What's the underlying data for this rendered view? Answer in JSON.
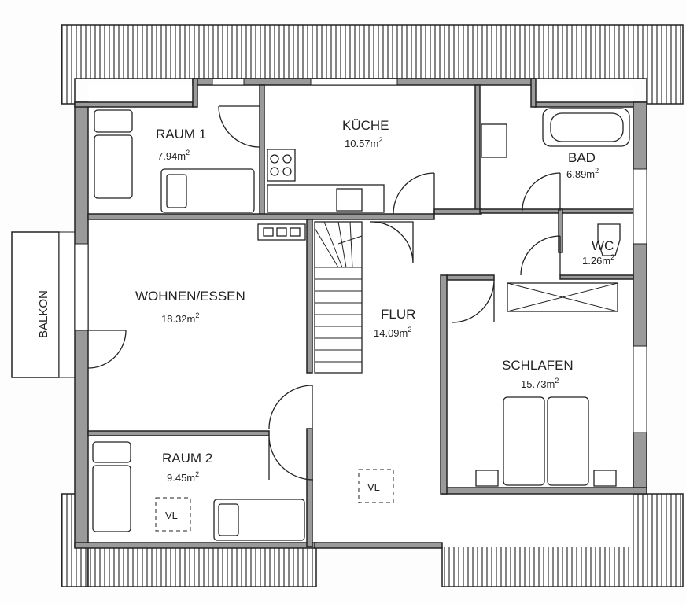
{
  "plan": {
    "rooms": {
      "raum1": {
        "name": "RAUM 1",
        "area": "7.94m",
        "unit_sup": "2"
      },
      "kueche": {
        "name": "KÜCHE",
        "area": "10.57m",
        "unit_sup": "2"
      },
      "bad": {
        "name": "BAD",
        "area": "6.89m",
        "unit_sup": "2"
      },
      "wc": {
        "name": "WC",
        "area": "1.26m",
        "unit_sup": "2"
      },
      "wohnen": {
        "name": "WOHNEN/ESSEN",
        "area": "18.32m",
        "unit_sup": "2"
      },
      "flur": {
        "name": "FLUR",
        "area": "14.09m",
        "unit_sup": "2"
      },
      "schlafen": {
        "name": "SCHLAFEN",
        "area": "15.73m",
        "unit_sup": "2"
      },
      "raum2": {
        "name": "RAUM 2",
        "area": "9.45m",
        "unit_sup": "2"
      }
    },
    "balkon": "BALKON",
    "vl_marks": [
      "VL",
      "VL"
    ]
  }
}
